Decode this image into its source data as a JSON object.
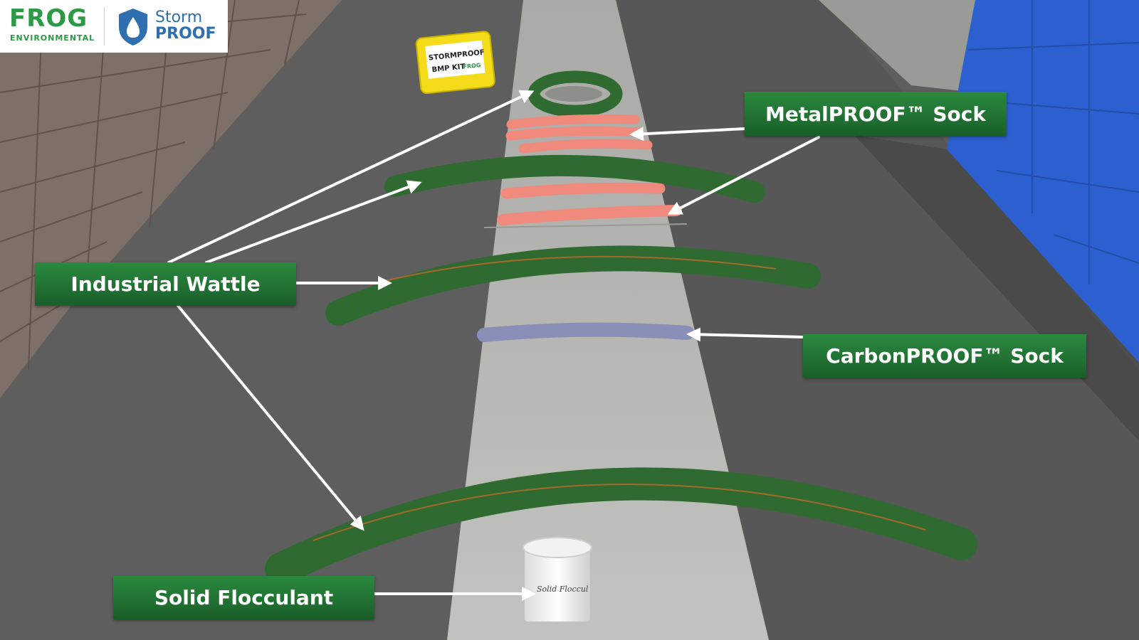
{
  "logo": {
    "frog_text": "FROG",
    "frog_subtext": "ENVIRONMENTAL",
    "storm_text": "Storm",
    "proof_text": "PROOF",
    "brand_green": "#2c9a45",
    "brand_blue": "#2f6fb0"
  },
  "sign": {
    "line1": "STORMPROOF",
    "line2": "BMP KIT",
    "sign_logo": "FROG",
    "color": "#f4dc1a"
  },
  "callouts": {
    "metal_sock": "MetalPROOF™ Sock",
    "industrial_wattle": "Industrial Wattle",
    "carbon_sock": "CarbonPROOF™ Sock",
    "solid_flocculant": "Solid Flocculant",
    "color": "#23773a"
  },
  "bucket": {
    "label": "Solid Floccul"
  },
  "colors": {
    "wattle": "#2f6a30",
    "metal_sock": "#f08a7c",
    "carbon_sock": "#8a8fb8",
    "concrete": "#b5b5b2",
    "asphalt": "#5d5d5d",
    "blue_wall": "#2c5fcf"
  }
}
